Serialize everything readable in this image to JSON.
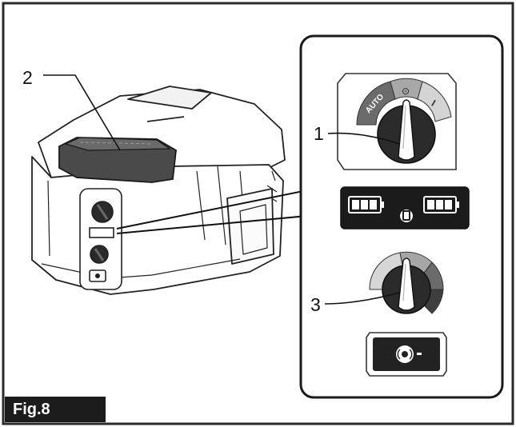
{
  "figure_label": "Fig.8",
  "callouts": {
    "one": "1",
    "two": "2",
    "three": "3"
  },
  "dial_top": {
    "labels": [
      "AUTO",
      "⊙",
      "I"
    ]
  },
  "icons": {
    "battery_left": "battery-indicator-icon",
    "battery_right": "battery-indicator-icon",
    "center_indicator": "power-lock-icon",
    "bottom_button": "wireless-button-icon"
  }
}
